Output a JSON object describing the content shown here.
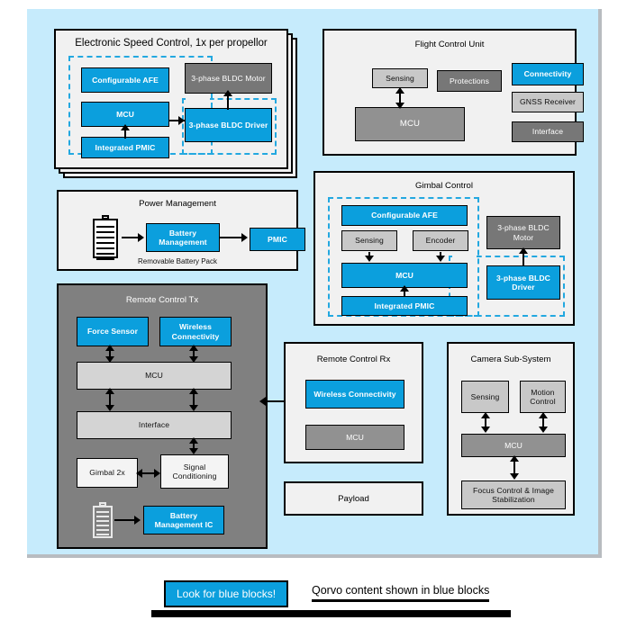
{
  "diagram": {
    "title": "Drone System Block Diagram",
    "accent_blue": "#0b9fdd",
    "canvas_bg": "#c6ebfc"
  },
  "esc": {
    "title": "Electronic Speed Control, 1x per propellor",
    "blocks": {
      "afe": "Configurable AFE",
      "mcu": "MCU",
      "pmic": "Integrated PMIC",
      "motor": "3-phase BLDC Motor",
      "driver": "3-phase BLDC Driver"
    }
  },
  "fcu": {
    "title": "Flight Control Unit",
    "blocks": {
      "sensing": "Sensing",
      "protections": "Protections",
      "connectivity": "Connectivity",
      "gnss": "GNSS Receiver",
      "interface": "Interface",
      "mcu": "MCU"
    }
  },
  "power": {
    "title": "Power Management",
    "blocks": {
      "battery_management": "Battery Management",
      "pmic": "PMIC"
    },
    "caption": "Removable Battery Pack"
  },
  "gimbal": {
    "title": "Gimbal Control",
    "blocks": {
      "afe": "Configurable AFE",
      "sensing": "Sensing",
      "encoder": "Encoder",
      "mcu": "MCU",
      "pmic": "Integrated PMIC",
      "motor": "3-phase BLDC Motor",
      "driver": "3-phase BLDC Driver"
    }
  },
  "remote_tx": {
    "title": "Remote Control Tx",
    "blocks": {
      "force_sensor": "Force Sensor",
      "wireless": "Wireless Connectivity",
      "mcu": "MCU",
      "interface": "Interface",
      "gimbal": "Gimbal 2x",
      "signal_conditioning": "Signal Conditioning",
      "battery_ic": "Battery Management IC"
    }
  },
  "remote_rx": {
    "title": "Remote Control Rx",
    "blocks": {
      "wireless": "Wireless Connectivity",
      "mcu": "MCU"
    }
  },
  "payload": {
    "title": "Payload"
  },
  "camera": {
    "title": "Camera Sub-System",
    "blocks": {
      "sensing": "Sensing",
      "motion_control": "Motion Control",
      "mcu": "MCU",
      "focus": "Focus Control & Image Stabilization"
    }
  },
  "legend": {
    "chip_label": "Look for blue blocks!",
    "note": "Qorvo content shown in blue blocks"
  }
}
